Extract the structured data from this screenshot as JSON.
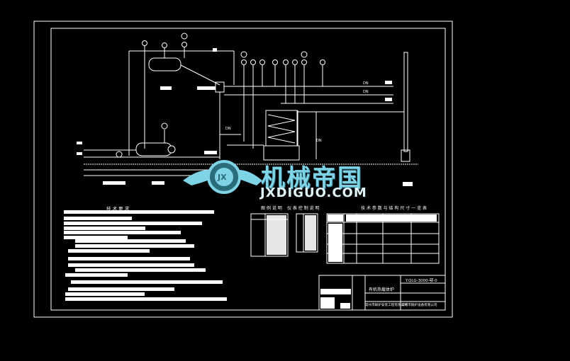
{
  "drawing": {
    "background": "#000000",
    "line_color": "#ffffff",
    "tb_number": "Y.QLG-3000-鄂-0",
    "tb_title": "有机热载体炉",
    "tb_company": "常州市锅炉设备有限公司",
    "tb_subtitle": "常州市鲜炉安装工程有限公司"
  },
  "notes": {
    "title": "技 术 要 求"
  },
  "tables": {
    "legend_title": "图 例 说 明",
    "instrument_title": "仪 表 控 制 说 明",
    "spec_title": "技 术 参 数 与 结 构 尺 寸 一 览 表"
  },
  "watermark": {
    "cn": "机械帝国",
    "en": "JXDIGUO.COM",
    "logo_text": "JX",
    "color": "#7fd3e6"
  },
  "pipe_labels": [
    "DN",
    "DN",
    "DN",
    "DN"
  ]
}
